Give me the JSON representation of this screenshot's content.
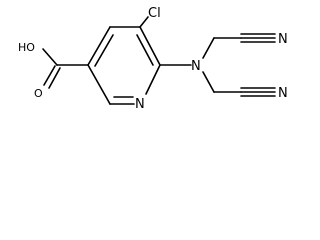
{
  "molecule": {
    "atoms": {
      "carboxyl_oh": "HO",
      "carboxyl_o": "O",
      "chlorine": "Cl",
      "ring_nitrogen": "N",
      "amine_nitrogen": "N",
      "nitrile_n_upper": "N",
      "nitrile_n_lower": "N"
    },
    "colors": {
      "bond": "#000000",
      "label": "#000000",
      "background": "#ffffff"
    }
  }
}
